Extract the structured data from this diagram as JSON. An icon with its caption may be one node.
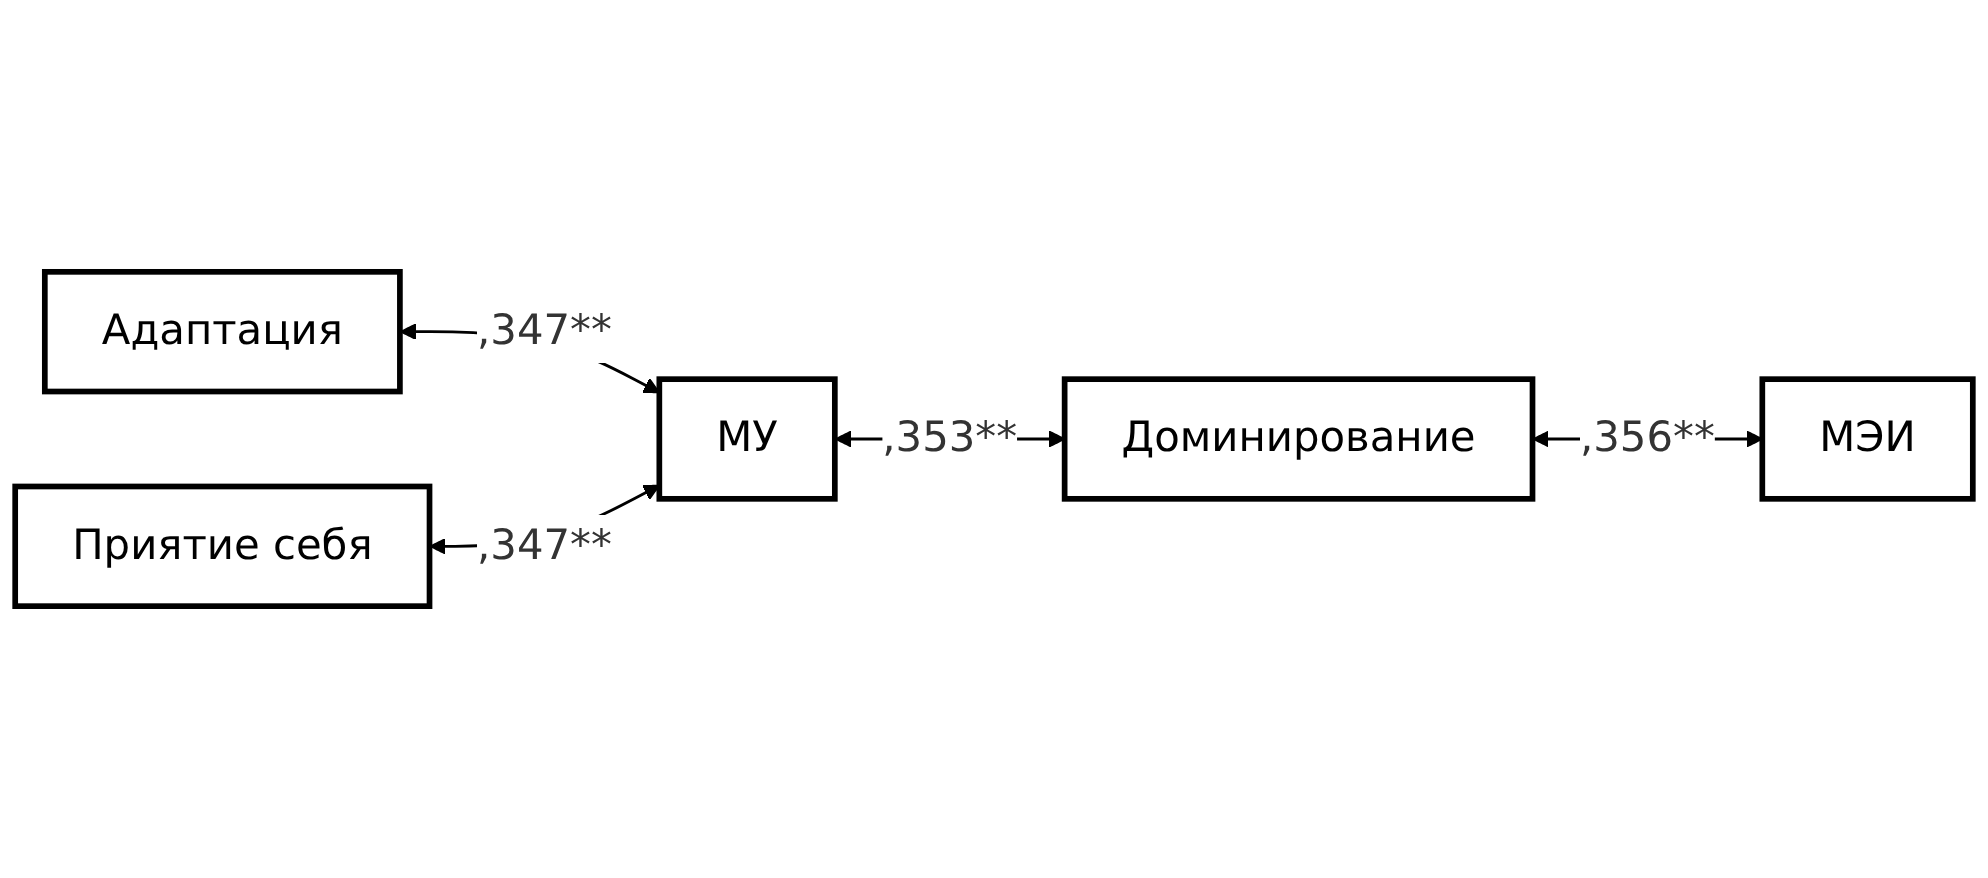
{
  "diagram": {
    "nodes": [
      {
        "text": [
          "Адаптация"
        ]
      },
      {
        "text": [
          "Доминирование"
        ]
      },
      {
        "text": [
          "МУ"
        ]
      },
      {
        "text": [
          "Приятие себя"
        ]
      },
      {
        "text": [
          "МЭИ"
        ]
      }
    ],
    "edges": [
      {
        "from": 0,
        "to": 2,
        "arrow": "both",
        "label": ",347**"
      },
      {
        "from": 2,
        "to": 1,
        "arrow": "both",
        "label": ",353**"
      },
      {
        "from": 3,
        "to": 2,
        "arrow": "both",
        "label": ",347**"
      },
      {
        "from": 1,
        "to": 4,
        "arrow": "both",
        "label": ",356**"
      }
    ]
  }
}
